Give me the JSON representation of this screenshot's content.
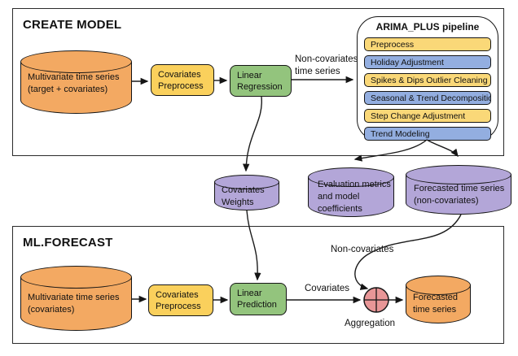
{
  "colors": {
    "orange": "#F3A962",
    "yellow": "#FAD05C",
    "green": "#93C47D",
    "purple": "#B3A6D8",
    "pipeline_yellow": "#FAD878",
    "pipeline_blue": "#93AEE0",
    "aggregation_pink": "#E89697"
  },
  "create_model": {
    "title": "CREATE MODEL",
    "source": "Multivariate time series\n(target + covariates)",
    "preprocess": "Covariates\nPreprocess",
    "regression": "Linear\nRegression",
    "edge_to_pipeline": "Non-covariates\ntime series",
    "pipeline": {
      "title": "ARIMA_PLUS pipeline",
      "steps": [
        {
          "label": "Preprocess",
          "color": "yellow"
        },
        {
          "label": "Holiday Adjustment",
          "color": "blue"
        },
        {
          "label": "Spikes & Dips Outlier Cleaning",
          "color": "yellow"
        },
        {
          "label": "Seasonal & Trend Decomposition",
          "color": "blue"
        },
        {
          "label": "Step Change Adjustment",
          "color": "yellow"
        },
        {
          "label": "Trend Modeling",
          "color": "blue"
        }
      ]
    }
  },
  "outputs": {
    "covariates_weights": "Covariates\nWeights",
    "evaluation": "Evaluation metrics\nand model\ncoefficients",
    "forecast_noncov": "Forecasted time series\n(non-covariates)"
  },
  "ml_forecast": {
    "title": "ML.FORECAST",
    "source": "Multivariate time series\n(covariates)",
    "preprocess": "Covariates\nPreprocess",
    "prediction": "Linear\nPrediction",
    "edge_covariates": "Covariates",
    "edge_noncovariates": "Non-covariates",
    "aggregation_label": "Aggregation",
    "output": "Forecasted\ntime series"
  }
}
